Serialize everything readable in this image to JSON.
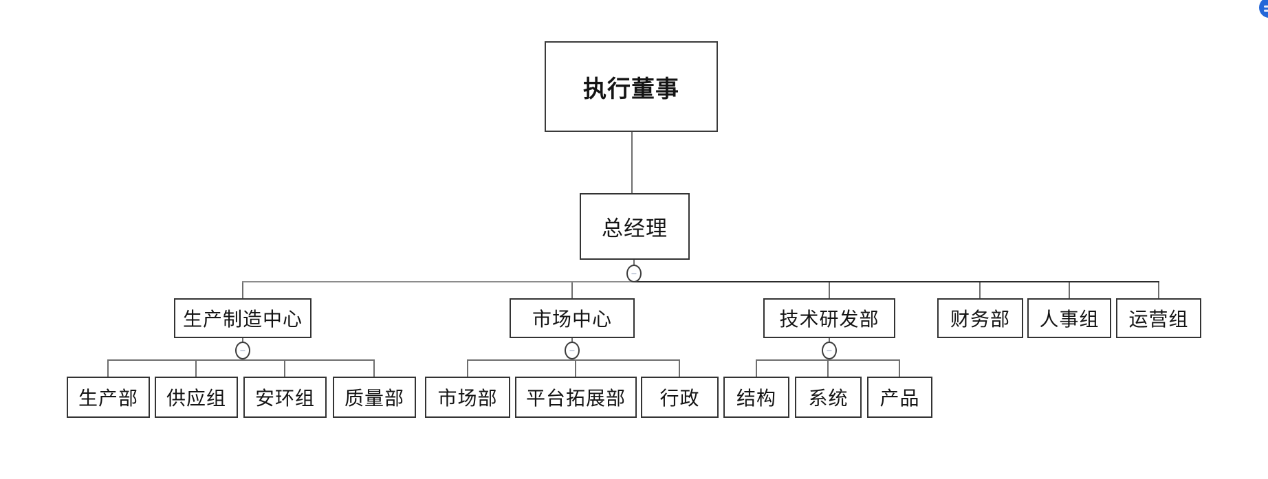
{
  "page": {
    "background": "#ffffff"
  },
  "colors": {
    "box_border": "#333333",
    "connector_line": "#6e6e6e",
    "connector_line_dark": "#2b2b2b",
    "connector_line_light": "#8c8c8c",
    "collapse_glyph_color": "#b4bed2",
    "floating_button": "#2467d8"
  },
  "org_chart": {
    "collapse_glyph": "−",
    "root": {
      "label": "执行董事"
    },
    "general_manager": {
      "label": "总经理"
    },
    "departments": [
      {
        "label": "生产制造中心",
        "children": [
          "生产部",
          "供应组",
          "安环组",
          "质量部"
        ]
      },
      {
        "label": "市场中心",
        "children": [
          "市场部",
          "平台拓展部",
          "行政"
        ]
      },
      {
        "label": "技术研发部",
        "children": [
          "结构",
          "系统",
          "产品"
        ]
      },
      {
        "label": "财务部",
        "children": []
      },
      {
        "label": "人事组",
        "children": []
      },
      {
        "label": "运营组",
        "children": []
      }
    ]
  }
}
